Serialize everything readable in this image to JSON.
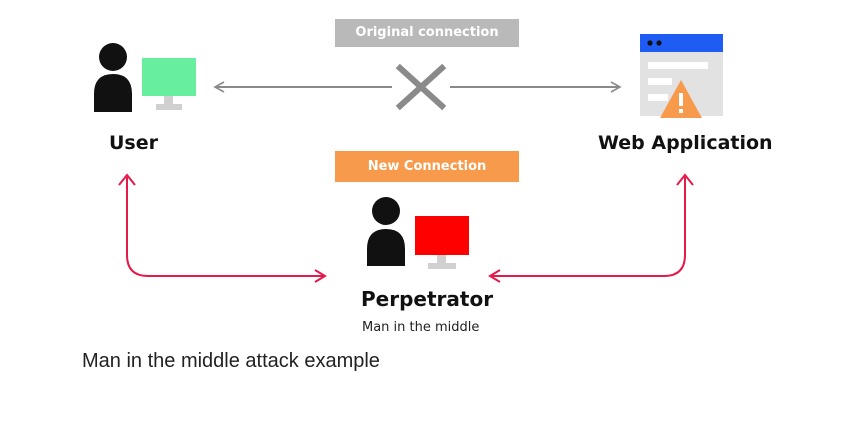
{
  "diagram": {
    "original_connection_label": "Original connection",
    "new_connection_label": "New Connection",
    "user": {
      "label": "User"
    },
    "web_application": {
      "label": "Web Application"
    },
    "perpetrator": {
      "label": "Perpetrator",
      "sublabel": "Man in the middle"
    },
    "colors": {
      "gray_pill": "#b9b9b9",
      "orange_pill": "#f79a4b",
      "user_monitor": "#67ee9f",
      "perpetrator_monitor": "#ff0000",
      "red_arrow": "#e6194b",
      "gray_arrow": "#8a8a8a",
      "browser_bar": "#1e5cf4",
      "warning": "#f79a4b"
    },
    "icons": {
      "user": "person-icon",
      "user_computer": "monitor-icon",
      "web_app": "browser-window-icon",
      "warning": "warning-icon",
      "broken_link": "x-icon",
      "perpetrator": "person-icon",
      "perpetrator_computer": "monitor-icon"
    }
  },
  "caption": "Man in the middle attack example"
}
